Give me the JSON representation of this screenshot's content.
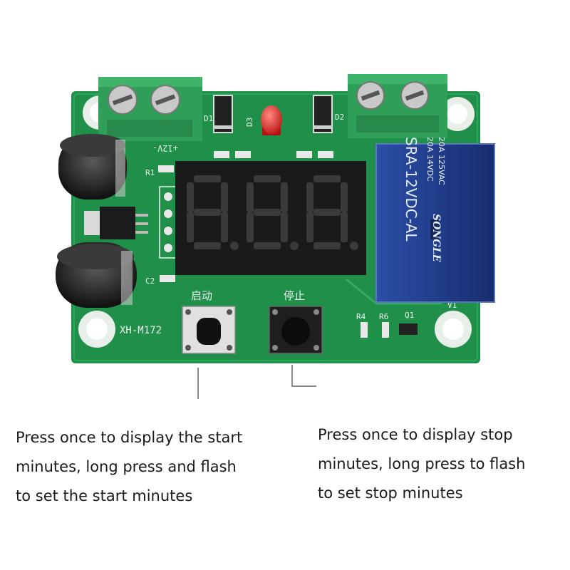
{
  "board": {
    "model": "XH-M172",
    "relay_model": "SRA-12VDC-AL",
    "relay_ratings": [
      "20A 14VDC",
      "20A 125VAC"
    ],
    "relay_brand": "SONGLE",
    "power_label": "+12V-",
    "display_digits": "8.8.8."
  },
  "buttons": {
    "start_label": "启动",
    "stop_label": "停止"
  },
  "component_labels": {
    "d1": "D1",
    "d2": "D2",
    "d3": "D3",
    "r1": "R1",
    "c2": "C2",
    "r4": "R4",
    "r6": "R6",
    "q1": "Q1",
    "v1": "V1"
  },
  "captions": {
    "start": "Press once to display the start\nminutes, long press and flash\nto set the start minutes",
    "stop": "Press once to display stop\nminutes, long press to flash\nto set stop minutes"
  },
  "colors": {
    "pcb": "#1f8f4a",
    "terminal": "#2f9e58",
    "relay": "#1f3c8c",
    "led": "#e02424",
    "display": "#1a1a1a"
  }
}
